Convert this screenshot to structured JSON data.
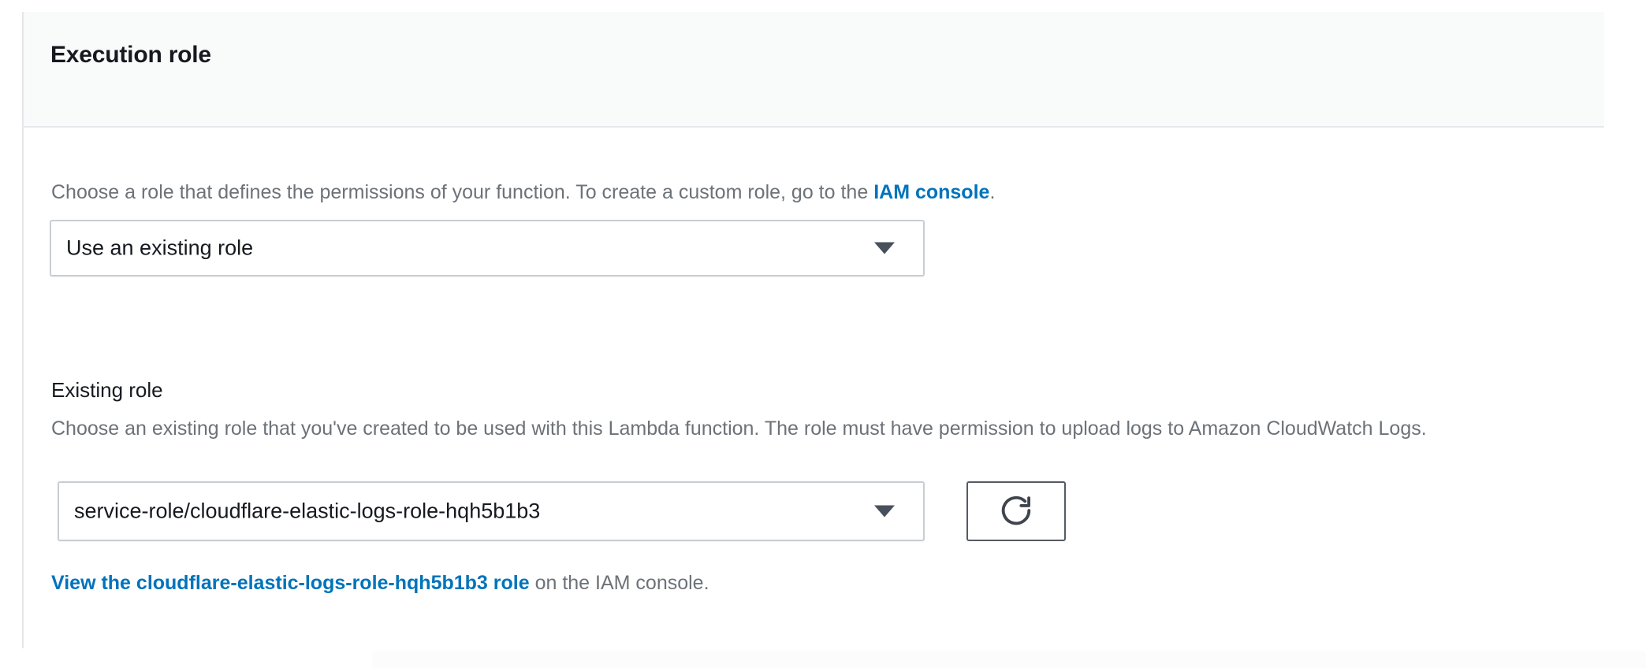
{
  "card": {
    "title": "Execution role",
    "role_source": {
      "description_before_link": "Choose a role that defines the permissions of your function. To create a custom role, go to the ",
      "link_label": "IAM console",
      "description_after_link": ".",
      "selected_value": "Use an existing role",
      "caret_icon": "chevron-down-icon"
    },
    "existing_role": {
      "label": "Existing role",
      "helper_text": "Choose an existing role that you've created to be used with this Lambda function. The role must have permission to upload logs to Amazon CloudWatch Logs.",
      "selected_value": "service-role/cloudflare-elastic-logs-role-hqh5b1b3",
      "caret_icon": "chevron-down-icon",
      "refresh_icon": "refresh-icon",
      "view_role_link": "View the cloudflare-elastic-logs-role-hqh5b1b3 role",
      "view_role_suffix": " on the IAM console."
    }
  },
  "colors": {
    "link": "#0073bb",
    "heading": "#16191f",
    "muted_text": "#6c7278",
    "header_bg": "#f9fafa",
    "border": "#c8ced3",
    "button_border": "#545b64"
  }
}
